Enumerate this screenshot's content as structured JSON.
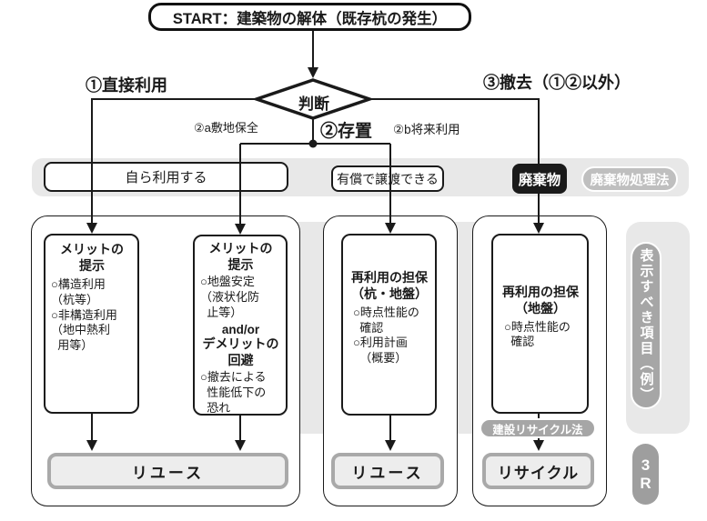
{
  "start": {
    "label": "START：建築物の解体（既存杭の発生）"
  },
  "decision": {
    "label": "判断"
  },
  "branches": {
    "direct_use": "①直接利用",
    "leave_in_place": "②存置",
    "site_preservation": "②a敷地保全",
    "future_use": "②b将来利用",
    "removal": "③撤去（①②以外）"
  },
  "row1": {
    "self_use": "自ら利用する",
    "transfer_paid": "有償で譲渡できる",
    "waste": "廃棄物",
    "waste_law": "廃棄物処理法"
  },
  "columns": {
    "col1": {
      "title": "メリットの\n提示",
      "body": "○構造利用\n（杭等）\n○非構造利用\n（地中熱利\n  用等）",
      "result": "リユース"
    },
    "col2": {
      "title": "メリットの\n提示",
      "body": "○地盤安定\n（液状化防\n  止等）",
      "connector": "and/or",
      "title2": "デメリットの\n回避",
      "body2": "○撤去による\n  性能低下の\n  恐れ"
    },
    "col3": {
      "title": "再利用の担保\n（杭・地盤）",
      "body": "○時点性能の\n  確認\n○利用計画\n  （概要）",
      "result": "リユース"
    },
    "col4": {
      "title": "再利用の担保\n（地盤）",
      "body": "○時点性能の\n  確認",
      "law": "建設リサイクル法",
      "result": "リサイクル"
    }
  },
  "side": {
    "items_label": "表示すべき項目（例）",
    "r3": "3\nR"
  },
  "colors": {
    "line_black": "#1a1a1a",
    "area_gray": "#e8e8e8",
    "pill_gray": "#a6a6a6",
    "waste_law_gray": "#bfbfbf",
    "result_border_gray": "#a9a9a9"
  }
}
